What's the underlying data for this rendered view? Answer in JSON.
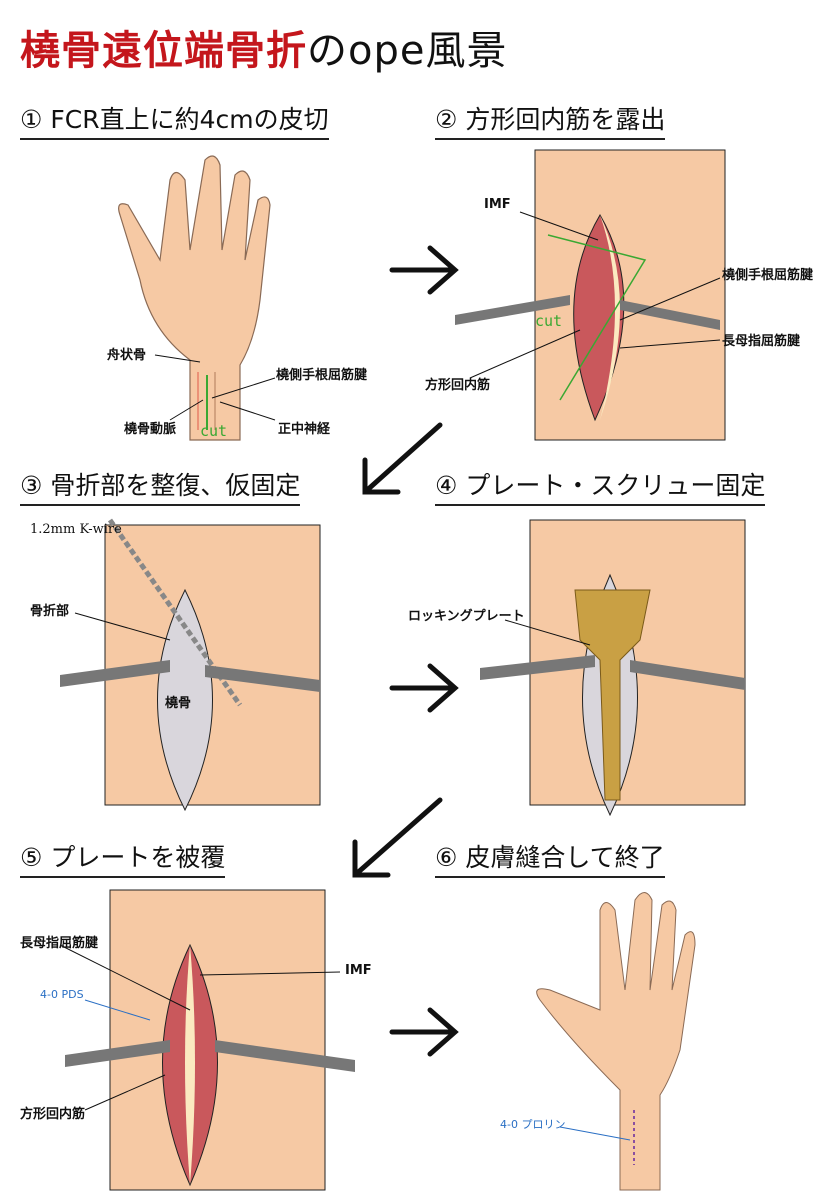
{
  "title": {
    "red": "橈骨遠位端骨折",
    "black": "のope風景",
    "color": "#c4161c"
  },
  "steps": [
    {
      "label": "① FCR直上に約4cmの皮切"
    },
    {
      "label": "② 方形回内筋を露出"
    },
    {
      "label": "③ 骨折部を整復、仮固定"
    },
    {
      "label": "④ プレート・スクリュー固定"
    },
    {
      "label": "⑤ プレートを被覆"
    },
    {
      "label": "⑥ 皮膚縫合して終了"
    }
  ],
  "panel1": {
    "scaphoid": "舟状骨",
    "fcr": "橈側手根屈筋腱",
    "radial_artery": "橈骨動脈",
    "cut": "cut",
    "median_nerve": "正中神経"
  },
  "panel2": {
    "imf": "IMF",
    "fcr": "橈側手根屈筋腱",
    "cut": "cut",
    "fpl": "長母指屈筋腱",
    "pq": "方形回内筋"
  },
  "panel3": {
    "kwire": "1.2mm K-wire",
    "fracture": "骨折部",
    "radius": "橈骨"
  },
  "panel4": {
    "plate": "ロッキングプレート"
  },
  "panel5": {
    "fpl": "長母指屈筋腱",
    "imf": "IMF",
    "pds": "4-0 PDS",
    "pq": "方形回内筋"
  },
  "panel6": {
    "suture": "4-0 プロリン"
  },
  "colors": {
    "skin": "#f6c9a4",
    "muscle": "#c9585c",
    "cut": "#3aa832",
    "suture_label": "#2a6fc4"
  }
}
